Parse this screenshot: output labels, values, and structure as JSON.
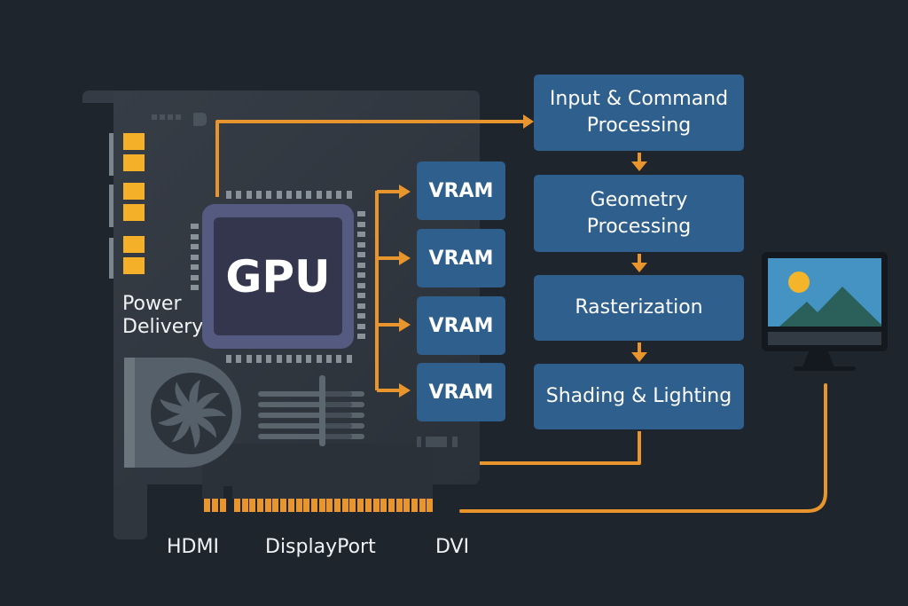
{
  "diagram": {
    "title": "GPU Architecture and Graphics Pipeline",
    "colors": {
      "background": "#1e252d",
      "board": "#363d46",
      "accent_wire": "#e8952e",
      "box_fill": "#2f5f8c",
      "gpu_outer": "#545a80",
      "gpu_inner": "#34364e",
      "capacitor": "#f5b02a"
    },
    "board": {
      "gpu_label": "GPU",
      "power_label_line1": "Power",
      "power_label_line2": "Delivery",
      "ports": [
        "HDMI",
        "DisplayPort",
        "DVI"
      ]
    },
    "memory": {
      "modules": [
        "VRAM",
        "VRAM",
        "VRAM",
        "VRAM"
      ]
    },
    "pipeline": {
      "stages": [
        {
          "line1": "Input & Command",
          "line2": "Processing"
        },
        {
          "line1": "Geometry",
          "line2": "Processing"
        },
        {
          "line1": "Rasterization",
          "line2": ""
        },
        {
          "line1": "Shading & Lighting",
          "line2": ""
        }
      ]
    },
    "icons": {
      "fan": "fan-icon",
      "heatsink": "heatsink-icon",
      "monitor": "monitor-icon",
      "landscape": "landscape-image-icon"
    }
  }
}
